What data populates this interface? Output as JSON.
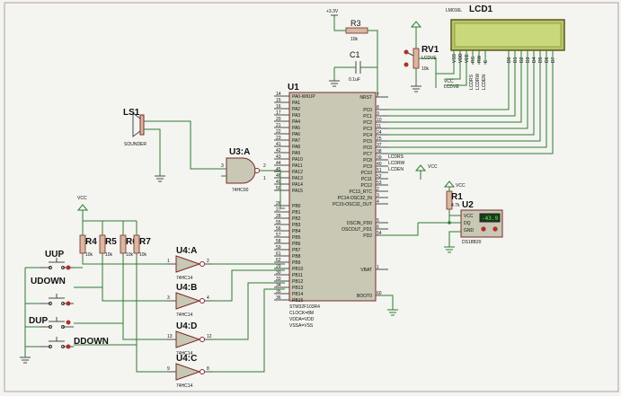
{
  "components": {
    "lcd": {
      "ref": "LCD1",
      "part": "LM016L",
      "pins": [
        "VSS",
        "VDD",
        "VEE",
        "RS",
        "RW",
        "E",
        "D0",
        "D1",
        "D2",
        "D3",
        "D4",
        "D5",
        "D6",
        "D7"
      ]
    },
    "rv1": {
      "ref": "RV1",
      "value": "10k",
      "net": "LCDVE"
    },
    "r3": {
      "ref": "R3",
      "value": "10k"
    },
    "c1": {
      "ref": "C1",
      "value": "0.1uF"
    },
    "power_top": "+3.3V",
    "u1": {
      "ref": "U1",
      "part": "STM32F103R4",
      "props": [
        "CLOCK=8M",
        "VDDA=VDD",
        "VSSA=VSS"
      ],
      "left_pins": [
        {
          "num": "14",
          "name": "PA0-WKUP"
        },
        {
          "num": "15",
          "name": "PA1"
        },
        {
          "num": "16",
          "name": "PA2"
        },
        {
          "num": "17",
          "name": "PA3"
        },
        {
          "num": "20",
          "name": "PA4"
        },
        {
          "num": "21",
          "name": "PA5"
        },
        {
          "num": "22",
          "name": "PA6"
        },
        {
          "num": "23",
          "name": "PA7"
        },
        {
          "num": "41",
          "name": "PA8"
        },
        {
          "num": "42",
          "name": "PA9"
        },
        {
          "num": "43",
          "name": "PA10"
        },
        {
          "num": "44",
          "name": "PA11"
        },
        {
          "num": "45",
          "name": "PA12"
        },
        {
          "num": "46",
          "name": "PA13"
        },
        {
          "num": "49",
          "name": "PA14"
        },
        {
          "num": "50",
          "name": "PA15"
        },
        {
          "num": "26",
          "name": "PB0"
        },
        {
          "num": "27",
          "name": "PB1"
        },
        {
          "num": "28",
          "name": "PB2"
        },
        {
          "num": "55",
          "name": "PB3"
        },
        {
          "num": "56",
          "name": "PB4"
        },
        {
          "num": "57",
          "name": "PB5"
        },
        {
          "num": "58",
          "name": "PB6"
        },
        {
          "num": "59",
          "name": "PB7"
        },
        {
          "num": "61",
          "name": "PB8"
        },
        {
          "num": "62",
          "name": "PB9"
        },
        {
          "num": "29",
          "name": "PB10"
        },
        {
          "num": "30",
          "name": "PB11"
        },
        {
          "num": "33",
          "name": "PB12"
        },
        {
          "num": "34",
          "name": "PB13"
        },
        {
          "num": "35",
          "name": "PB14"
        },
        {
          "num": "36",
          "name": "PB15"
        }
      ],
      "right_pins": [
        {
          "num": "7",
          "name": "NRST"
        },
        {
          "num": "8",
          "name": "PC0"
        },
        {
          "num": "9",
          "name": "PC1"
        },
        {
          "num": "10",
          "name": "PC2"
        },
        {
          "num": "11",
          "name": "PC3"
        },
        {
          "num": "24",
          "name": "PC4"
        },
        {
          "num": "25",
          "name": "PC5"
        },
        {
          "num": "37",
          "name": "PC6"
        },
        {
          "num": "38",
          "name": "PC7"
        },
        {
          "num": "39",
          "name": "PC8"
        },
        {
          "num": "40",
          "name": "PC9"
        },
        {
          "num": "51",
          "name": "PC10"
        },
        {
          "num": "52",
          "name": "PC11"
        },
        {
          "num": "53",
          "name": "PC12"
        },
        {
          "num": "2",
          "name": "PC13_RTC"
        },
        {
          "num": "3",
          "name": "PC14-OSC32_IN"
        },
        {
          "num": "4",
          "name": "PC15-OSC32_OUT"
        },
        {
          "num": "5",
          "name": "OSCIN_PD0"
        },
        {
          "num": "6",
          "name": "OSCOUT_PD1"
        },
        {
          "num": "54",
          "name": "PD2"
        },
        {
          "num": "1",
          "name": "VBAT"
        },
        {
          "num": "60",
          "name": "BOOT0"
        }
      ],
      "nets": [
        "LCDRS",
        "LCDRW",
        "LCDEN"
      ]
    },
    "ls1": {
      "ref": "LS1",
      "part": "SOUNDER"
    },
    "u3a": {
      "ref": "U3:A",
      "part": "74HC00",
      "pins": [
        "3",
        "2",
        "1"
      ]
    },
    "r1": {
      "ref": "R1",
      "value": "4.7k"
    },
    "u2": {
      "ref": "U2",
      "part": "DS18B20",
      "pins": [
        "VCC",
        "DQ",
        "GND"
      ],
      "display": "-43.9"
    },
    "vcc": "VCC",
    "resistors": [
      {
        "ref": "R4",
        "value": "10k"
      },
      {
        "ref": "R5",
        "value": "10k"
      },
      {
        "ref": "R6",
        "value": "10k"
      },
      {
        "ref": "R7",
        "value": "10k"
      }
    ],
    "gates": [
      {
        "ref": "U4:A",
        "part": "74HC14",
        "in": "1",
        "out": "2"
      },
      {
        "ref": "U4:B",
        "part": "74HC14",
        "in": "3",
        "out": "4"
      },
      {
        "ref": "U4:D",
        "part": "74HC14",
        "in": "13",
        "out": "12"
      },
      {
        "ref": "U4:C",
        "part": "74HC14",
        "in": "9",
        "out": "8"
      }
    ],
    "buttons": [
      "UUP",
      "UDOWN",
      "DUP",
      "DDOWN"
    ],
    "lcd_net_labels": [
      "VCC",
      "LCDVE",
      "LCDRS",
      "LCDRW",
      "LCDEN"
    ]
  }
}
